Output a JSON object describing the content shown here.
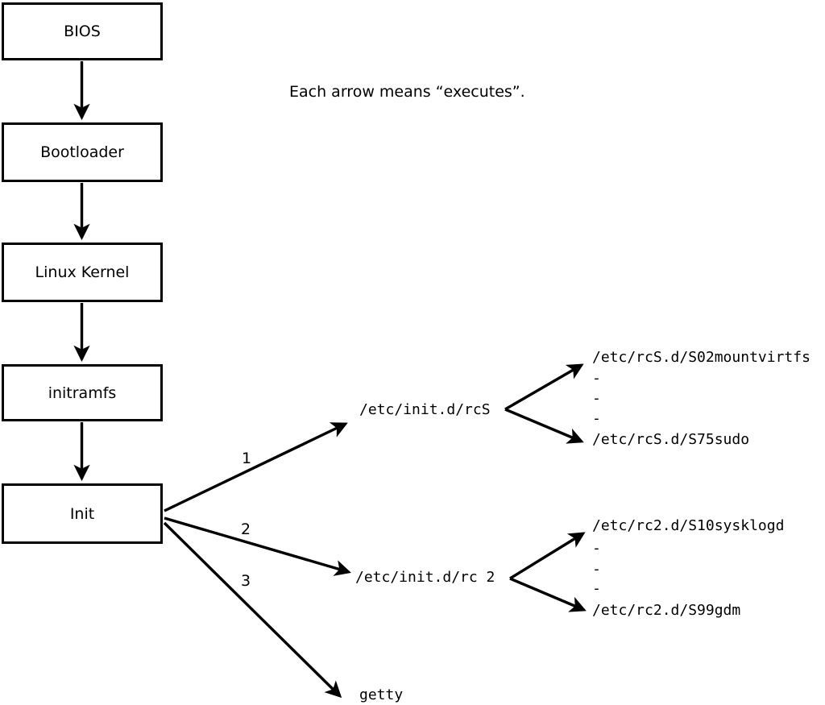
{
  "caption": "Each arrow means “executes”.",
  "boxes": [
    {
      "label": "BIOS"
    },
    {
      "label": "Bootloader"
    },
    {
      "label": "Linux Kernel"
    },
    {
      "label": "initramfs"
    },
    {
      "label": "Init"
    }
  ],
  "branches": [
    {
      "number": "1",
      "target": "/etc/init.d/rcS",
      "children": [
        "/etc/rcS.d/S02mountvirtfs",
        "-",
        "-",
        "-",
        "/etc/rcS.d/S75sudo"
      ]
    },
    {
      "number": "2",
      "target": "/etc/init.d/rc 2",
      "children": [
        "/etc/rc2.d/S10sysklogd",
        "-",
        "-",
        "-",
        "/etc/rc2.d/S99gdm"
      ]
    },
    {
      "number": "3",
      "target": "getty",
      "children": []
    }
  ],
  "colors": {
    "line": "#000000",
    "background": "#ffffff",
    "box_fill": "#ffffff"
  }
}
